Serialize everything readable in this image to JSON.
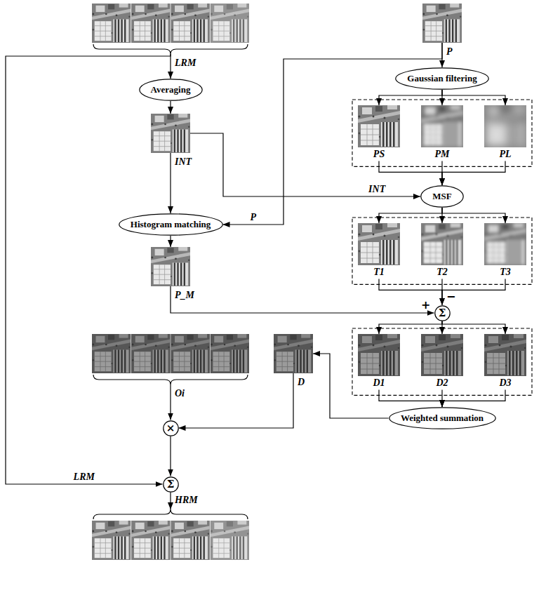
{
  "diagram": {
    "nodes": [
      {
        "text": [
          "LRM"
        ]
      },
      {
        "text": [
          "P"
        ]
      },
      {
        "text": [
          "Averaging"
        ]
      },
      {
        "text": [
          "Gaussian filtering"
        ]
      },
      {
        "text": [
          "INT"
        ]
      },
      {
        "text": [
          "PS"
        ]
      },
      {
        "text": [
          "PM"
        ]
      },
      {
        "text": [
          "PL"
        ]
      },
      {
        "text": [
          "Histogram matching"
        ]
      },
      {
        "text": [
          "MSF"
        ]
      },
      {
        "text": [
          "P_M"
        ]
      },
      {
        "text": [
          "T1"
        ]
      },
      {
        "text": [
          "T2"
        ]
      },
      {
        "text": [
          "T3"
        ]
      },
      {
        "text": [
          "Σ"
        ]
      },
      {
        "text": [
          "D1"
        ]
      },
      {
        "text": [
          "D2"
        ]
      },
      {
        "text": [
          "D3"
        ]
      },
      {
        "text": [
          "Weighted summation"
        ]
      },
      {
        "text": [
          "Oi"
        ]
      },
      {
        "text": [
          "D"
        ]
      },
      {
        "text": [
          "×"
        ]
      },
      {
        "text": [
          "Σ"
        ]
      },
      {
        "text": [
          "HRM"
        ]
      }
    ],
    "edges": [
      {
        "from": 0,
        "to": 2,
        "arrow": "to"
      },
      {
        "from": 0,
        "to": 22,
        "label": "LRM",
        "arrow": "to"
      },
      {
        "from": 1,
        "to": 3,
        "arrow": "to"
      },
      {
        "from": 1,
        "to": 8,
        "label": "P",
        "arrow": "to"
      },
      {
        "from": 2,
        "to": 4,
        "arrow": "to"
      },
      {
        "from": 4,
        "to": 8,
        "arrow": "to"
      },
      {
        "from": 4,
        "to": 9,
        "label": "INT",
        "arrow": "to"
      },
      {
        "from": 3,
        "to": 5,
        "arrow": "to"
      },
      {
        "from": 3,
        "to": 6,
        "arrow": "to"
      },
      {
        "from": 3,
        "to": 7,
        "arrow": "to"
      },
      {
        "from": 5,
        "to": 9,
        "arrow": "to"
      },
      {
        "from": 6,
        "to": 9,
        "arrow": "to"
      },
      {
        "from": 7,
        "to": 9,
        "arrow": "to"
      },
      {
        "from": 8,
        "to": 10,
        "arrow": "to"
      },
      {
        "from": 9,
        "to": 11,
        "arrow": "to"
      },
      {
        "from": 9,
        "to": 12,
        "arrow": "to"
      },
      {
        "from": 9,
        "to": 13,
        "arrow": "to"
      },
      {
        "from": 10,
        "to": 14,
        "arrow": "to"
      },
      {
        "from": 11,
        "to": 14,
        "arrow": "to"
      },
      {
        "from": 12,
        "to": 14,
        "arrow": "to"
      },
      {
        "from": 13,
        "to": 14,
        "arrow": "to"
      },
      {
        "from": 14,
        "to": 15,
        "arrow": "to"
      },
      {
        "from": 14,
        "to": 16,
        "arrow": "to"
      },
      {
        "from": 14,
        "to": 17,
        "arrow": "to"
      },
      {
        "from": 15,
        "to": 18,
        "arrow": "to"
      },
      {
        "from": 16,
        "to": 18,
        "arrow": "to"
      },
      {
        "from": 17,
        "to": 18,
        "arrow": "to"
      },
      {
        "from": 18,
        "to": 20,
        "arrow": "to"
      },
      {
        "from": 19,
        "to": 21,
        "arrow": "to"
      },
      {
        "from": 20,
        "to": 21,
        "arrow": "to"
      },
      {
        "from": 21,
        "to": 22,
        "arrow": "to"
      },
      {
        "from": 22,
        "to": 23,
        "arrow": "to"
      }
    ],
    "labels": [
      "+",
      "−"
    ]
  }
}
